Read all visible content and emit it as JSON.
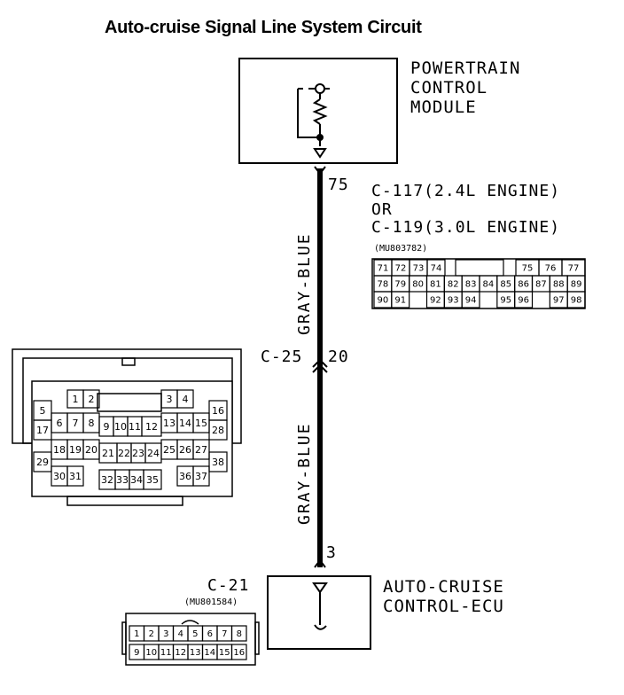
{
  "title": "Auto-cruise Signal Line System Circuit",
  "pcm": {
    "label_lines": [
      "POWERTRAIN",
      "CONTROL",
      "MODULE"
    ],
    "pin": "75"
  },
  "connector_top": {
    "line1": "C-117(2.4L ENGINE)",
    "line2": "OR",
    "line3": "C-119(3.0L ENGINE)",
    "part_no": "(MU803782)",
    "rows": [
      [
        "71",
        "72",
        "73",
        "74",
        "",
        "",
        "",
        "",
        "75",
        "76",
        "77"
      ],
      [
        "78",
        "79",
        "80",
        "81",
        "82",
        "83",
        "84",
        "85",
        "86",
        "87",
        "88",
        "89"
      ],
      [
        "90",
        "91",
        "",
        "92",
        "93",
        "94",
        "",
        "95",
        "96",
        "",
        "97",
        "98"
      ]
    ]
  },
  "wire_upper_color": "GRAY-BLUE",
  "wire_lower_color": "GRAY-BLUE",
  "junction": {
    "name": "C-25",
    "pin": "20"
  },
  "ecu": {
    "label_lines": [
      "AUTO-CRUISE",
      "CONTROL-ECU"
    ],
    "pin": "3"
  },
  "connector_bottom": {
    "name": "C-21",
    "part_no": "(MU801584)",
    "row1": [
      "1",
      "2",
      "3",
      "4",
      "5",
      "6",
      "7",
      "8"
    ],
    "row2": [
      "9",
      "10",
      "11",
      "12",
      "13",
      "14",
      "15",
      "16"
    ]
  },
  "connector_left": {
    "pins": [
      "1",
      "2",
      "3",
      "4",
      "5",
      "6",
      "7",
      "8",
      "9",
      "10",
      "11",
      "12",
      "13",
      "14",
      "15",
      "16",
      "17",
      "18",
      "19",
      "20",
      "21",
      "22",
      "23",
      "24",
      "25",
      "26",
      "27",
      "28",
      "29",
      "30",
      "31",
      "32",
      "33",
      "34",
      "35",
      "36",
      "37",
      "38"
    ]
  },
  "colors": {
    "line": "#000000",
    "background": "#ffffff"
  }
}
